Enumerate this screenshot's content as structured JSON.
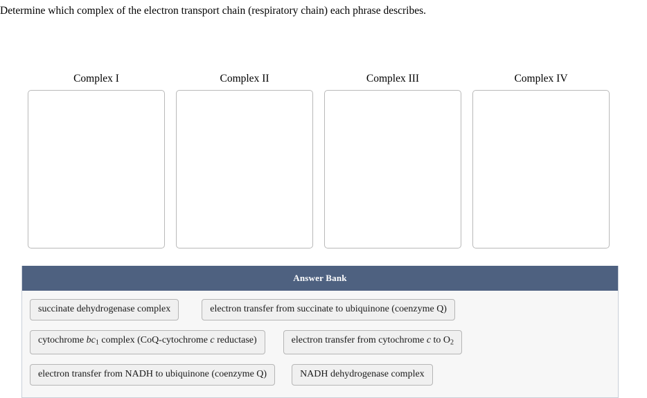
{
  "prompt": "Determine which complex of the electron transport chain (respiratory chain) each phrase describes.",
  "dropzones": [
    {
      "label": "Complex I",
      "items": []
    },
    {
      "label": "Complex II",
      "items": []
    },
    {
      "label": "Complex III",
      "items": []
    },
    {
      "label": "Complex IV",
      "items": []
    }
  ],
  "answer_bank": {
    "title": "Answer Bank",
    "header_color": "#4e6180",
    "body_color": "#f7f7f7",
    "chip_color": "#f0f0f0",
    "chip_border_color": "#b5b5b5",
    "rows": [
      [
        {
          "id": "chip-succinate-dehydrogenase-complex",
          "text": "succinate dehydrogenase complex",
          "html": "succinate dehydrogenase complex"
        },
        {
          "id": "chip-electron-transfer-succinate-to-ubiquinone",
          "text": "electron transfer from succinate to ubiquinone (coenzyme Q)",
          "html": "electron transfer from succinate to ubiquinone (coenzyme Q)"
        }
      ],
      [
        {
          "id": "chip-cytochrome-bc1-complex",
          "text": "cytochrome bc1 complex (CoQ-cytochrome c reductase)",
          "html": "cytochrome <i>bc</i><sub>1</sub> complex (CoQ-cytochrome <i>c</i> reductase)"
        },
        {
          "id": "chip-electron-transfer-cytochrome-c-to-o2",
          "text": "electron transfer from cytochrome c to O2",
          "html": "electron transfer from cytochrome <i>c</i> to O<sub>2</sub>"
        }
      ],
      [
        {
          "id": "chip-electron-transfer-nadh-to-ubiquinone",
          "text": "electron transfer from NADH to ubiquinone (coenzyme Q)",
          "html": "electron transfer from NADH to ubiquinone (coenzyme Q)"
        },
        {
          "id": "chip-nadh-dehydrogenase-complex",
          "text": "NADH dehydrogenase complex",
          "html": "NADH dehydrogenase complex"
        }
      ]
    ]
  }
}
